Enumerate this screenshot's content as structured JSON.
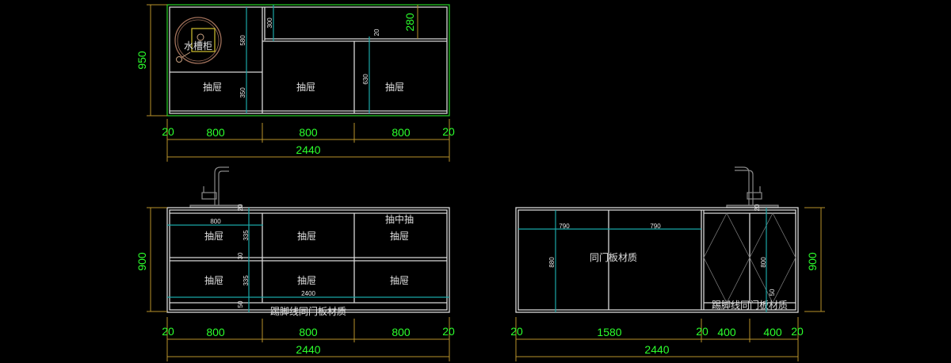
{
  "top_view": {
    "sink_label": "水槽柜",
    "drawer_labels": [
      "抽屉",
      "抽屉",
      "抽屉"
    ],
    "inner_dims": [
      "580",
      "350",
      "300",
      "20",
      "630",
      "280"
    ],
    "height_dim": "950",
    "width_dims": [
      "20",
      "800",
      "800",
      "800",
      "20"
    ],
    "total_dim": "2440"
  },
  "front_view": {
    "top_labels": [
      "抽屉",
      "抽屉",
      "抽屉"
    ],
    "mid_label": "抽中抽",
    "bottom_labels": [
      "抽屉",
      "抽屉",
      "抽屉"
    ],
    "kick_label": "踢脚线同门板材质",
    "inner_dims": [
      "20",
      "800",
      "335",
      "30",
      "335",
      "2400",
      "50"
    ],
    "height_dim": "900",
    "width_dims": [
      "20",
      "800",
      "800",
      "800",
      "20"
    ],
    "total_dim": "2440"
  },
  "side_view": {
    "door_label": "同门板材质",
    "kick_label": "踢脚线同门板材质",
    "inner_dims": [
      "790",
      "790",
      "880",
      "20",
      "800",
      "50"
    ],
    "height_dim": "900",
    "width_dims": [
      "20",
      "1580",
      "20",
      "400",
      "400",
      "20"
    ],
    "total_dim": "2440"
  }
}
